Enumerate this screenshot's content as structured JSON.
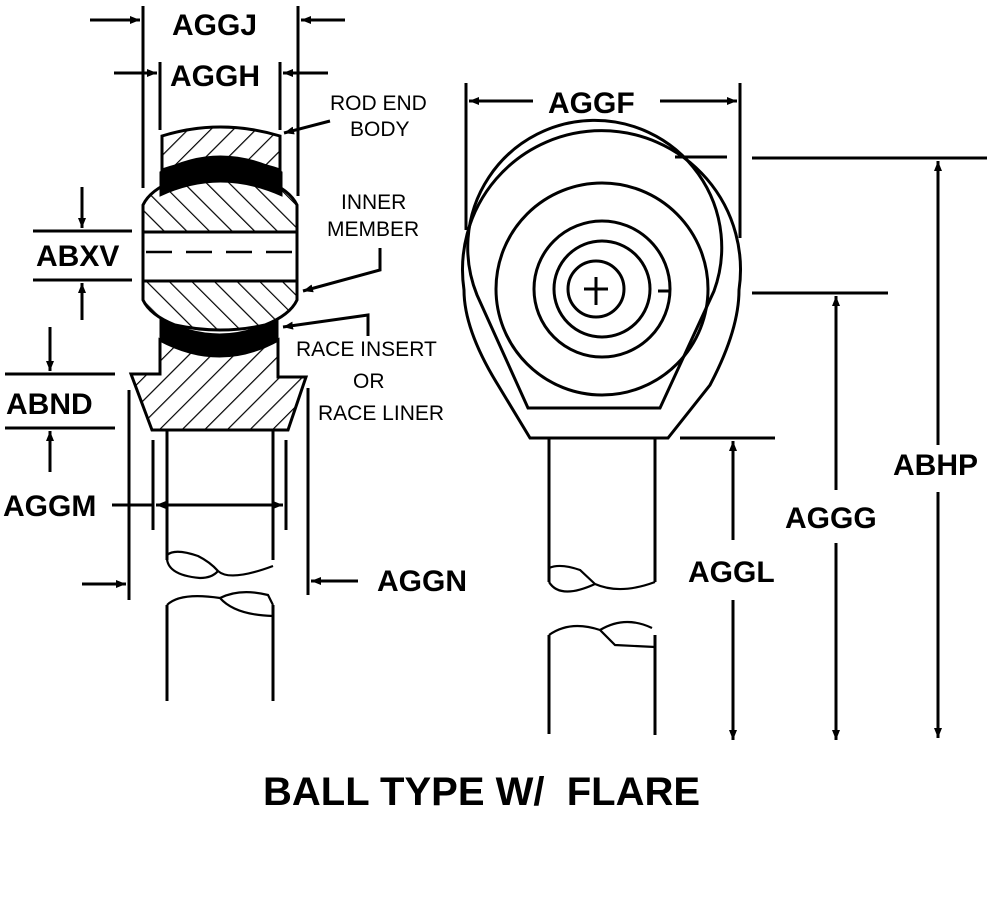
{
  "title": "BALL TYPE W/  FLARE",
  "colors": {
    "ink": "#000000",
    "background": "#ffffff"
  },
  "dimensions": {
    "aggj": "AGGJ",
    "aggh": "AGGH",
    "abxv": "ABXV",
    "abnd": "ABND",
    "aggm": "AGGM",
    "aggn": "AGGN",
    "aggf": "AGGF",
    "abhp": "ABHP",
    "aggg": "AGGG",
    "aggl": "AGGL"
  },
  "callouts": {
    "rod_end_body": [
      "ROD END",
      "BODY"
    ],
    "inner_member": [
      "INNER",
      "MEMBER"
    ],
    "race_insert": [
      "RACE INSERT",
      "OR",
      "RACE LINER"
    ]
  },
  "views": {
    "left": "section-view",
    "right": "front-view"
  }
}
